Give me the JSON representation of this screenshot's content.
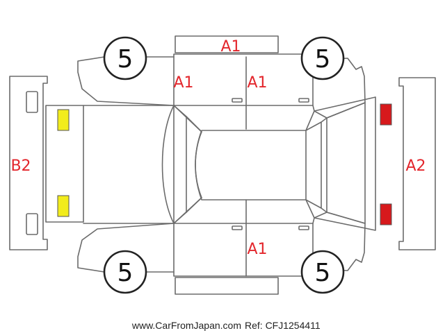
{
  "colors": {
    "outline": "#6b6b6b",
    "wheel_ring": "#222222",
    "code_red": "#e3262c",
    "marker_yellow": "#f2ec1c",
    "marker_red": "#d7191c"
  },
  "wheels": {
    "front_left": "5",
    "front_right": "5",
    "rear_left": "5",
    "rear_right": "5"
  },
  "damage_codes": {
    "roof_top": "A1",
    "front_door_top": "A1",
    "rear_door_top": "A1",
    "rear_door_bottom": "A1",
    "front_bumper": "B2",
    "rear_bumper": "A2"
  },
  "markers": {
    "front_upper": "yellow",
    "front_lower": "yellow",
    "rear_upper": "red",
    "rear_lower": "red"
  },
  "footer": {
    "site": "www.CarFromJapan.com",
    "ref": "Ref: CFJ1254411"
  }
}
